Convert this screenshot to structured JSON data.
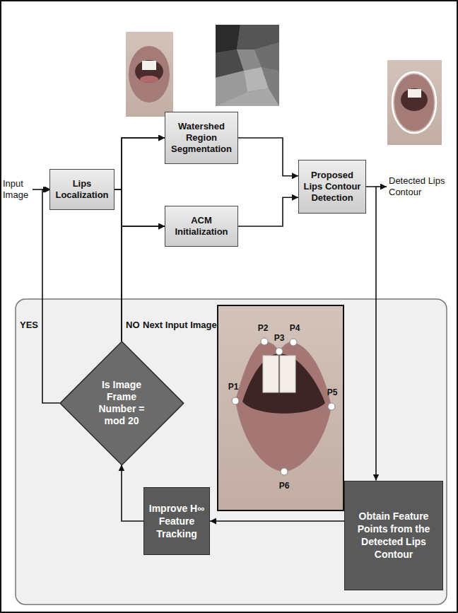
{
  "diagram": {
    "nodes": [
      {
        "text": [
          "Lips Localization"
        ]
      },
      {
        "text": [
          "Watershed Region Segmentation"
        ]
      },
      {
        "text": [
          "ACM Initialization"
        ]
      },
      {
        "text": [
          "Proposed Lips Contour Detection"
        ]
      },
      {
        "text": [
          "Is Image Frame Number = mod 20"
        ]
      },
      {
        "text": [
          "Improve H∞ Feature Tracking"
        ]
      },
      {
        "text": [
          "Obtain Feature Points from the Detected Lips Contour"
        ]
      }
    ],
    "edges": [
      {
        "from": 0,
        "to": 1,
        "arrow": "to"
      },
      {
        "from": 0,
        "to": 2,
        "arrow": "to"
      },
      {
        "from": 1,
        "to": 3,
        "arrow": "to"
      },
      {
        "from": 2,
        "to": 3,
        "arrow": "to"
      },
      {
        "from": 3,
        "to": 6,
        "arrow": "to"
      },
      {
        "from": 6,
        "to": 5,
        "arrow": "to"
      },
      {
        "from": 5,
        "to": 4,
        "arrow": "to"
      },
      {
        "from": 4,
        "to": 0,
        "label": "YES",
        "arrow": "to"
      },
      {
        "from": 4,
        "to": 1,
        "label": "NO",
        "arrow": "to"
      },
      {
        "from": 4,
        "to": 2,
        "arrow": "to"
      }
    ],
    "labels": [
      "Input Image",
      "Detected Lips Contour",
      "Next Input Image",
      "P1",
      "P2",
      "P3",
      "P4",
      "P5",
      "P6"
    ]
  }
}
